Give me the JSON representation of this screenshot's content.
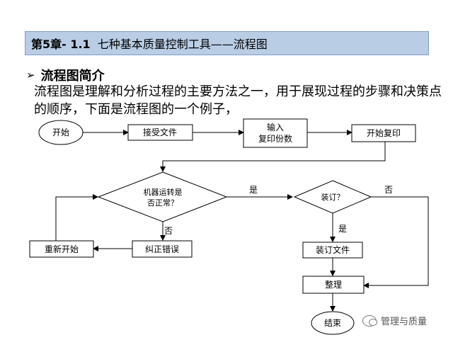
{
  "header": {
    "chapter": "第5章- 1.1",
    "title": "七种基本质量控制工具——流程图"
  },
  "section": {
    "bullet": "➢",
    "heading": "流程图简介",
    "intro": "流程图是理解和分析过程的主要方法之一，用于展现过程的步骤和决策点的顺序，下面是流程图的一个例子，"
  },
  "flowchart": {
    "start": "开始",
    "receive_file": "接受文件",
    "input_line1": "输入",
    "input_line2": "复印份数",
    "start_copy": "开始复印",
    "machine_q_line1": "机器运转是",
    "machine_q_line2": "否正常？",
    "yes_label_1": "是",
    "no_label_1": "否",
    "bind_q": "装订？",
    "no_label_2": "否",
    "yes_label_2": "是",
    "fix_error": "纠正错误",
    "restart": "重新开始",
    "bind_file": "装订文件",
    "organize": "整理",
    "end": "结束"
  },
  "watermark": {
    "text": "管理与质量"
  }
}
